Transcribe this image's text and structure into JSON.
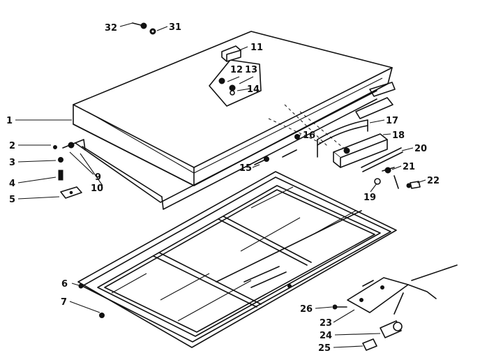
{
  "callouts": [
    {
      "label": "1"
    },
    {
      "label": "2"
    },
    {
      "label": "3"
    },
    {
      "label": "4"
    },
    {
      "label": "5"
    },
    {
      "label": "6"
    },
    {
      "label": "7"
    },
    {
      "label": "9"
    },
    {
      "label": "10"
    },
    {
      "label": "11"
    },
    {
      "label": "12"
    },
    {
      "label": "13"
    },
    {
      "label": "14"
    },
    {
      "label": "15"
    },
    {
      "label": "16"
    },
    {
      "label": "17"
    },
    {
      "label": "18"
    },
    {
      "label": "19"
    },
    {
      "label": "20"
    },
    {
      "label": "21"
    },
    {
      "label": "22"
    },
    {
      "label": "23"
    },
    {
      "label": "24"
    },
    {
      "label": "25"
    },
    {
      "label": "26"
    },
    {
      "label": "31"
    },
    {
      "label": "32"
    }
  ]
}
